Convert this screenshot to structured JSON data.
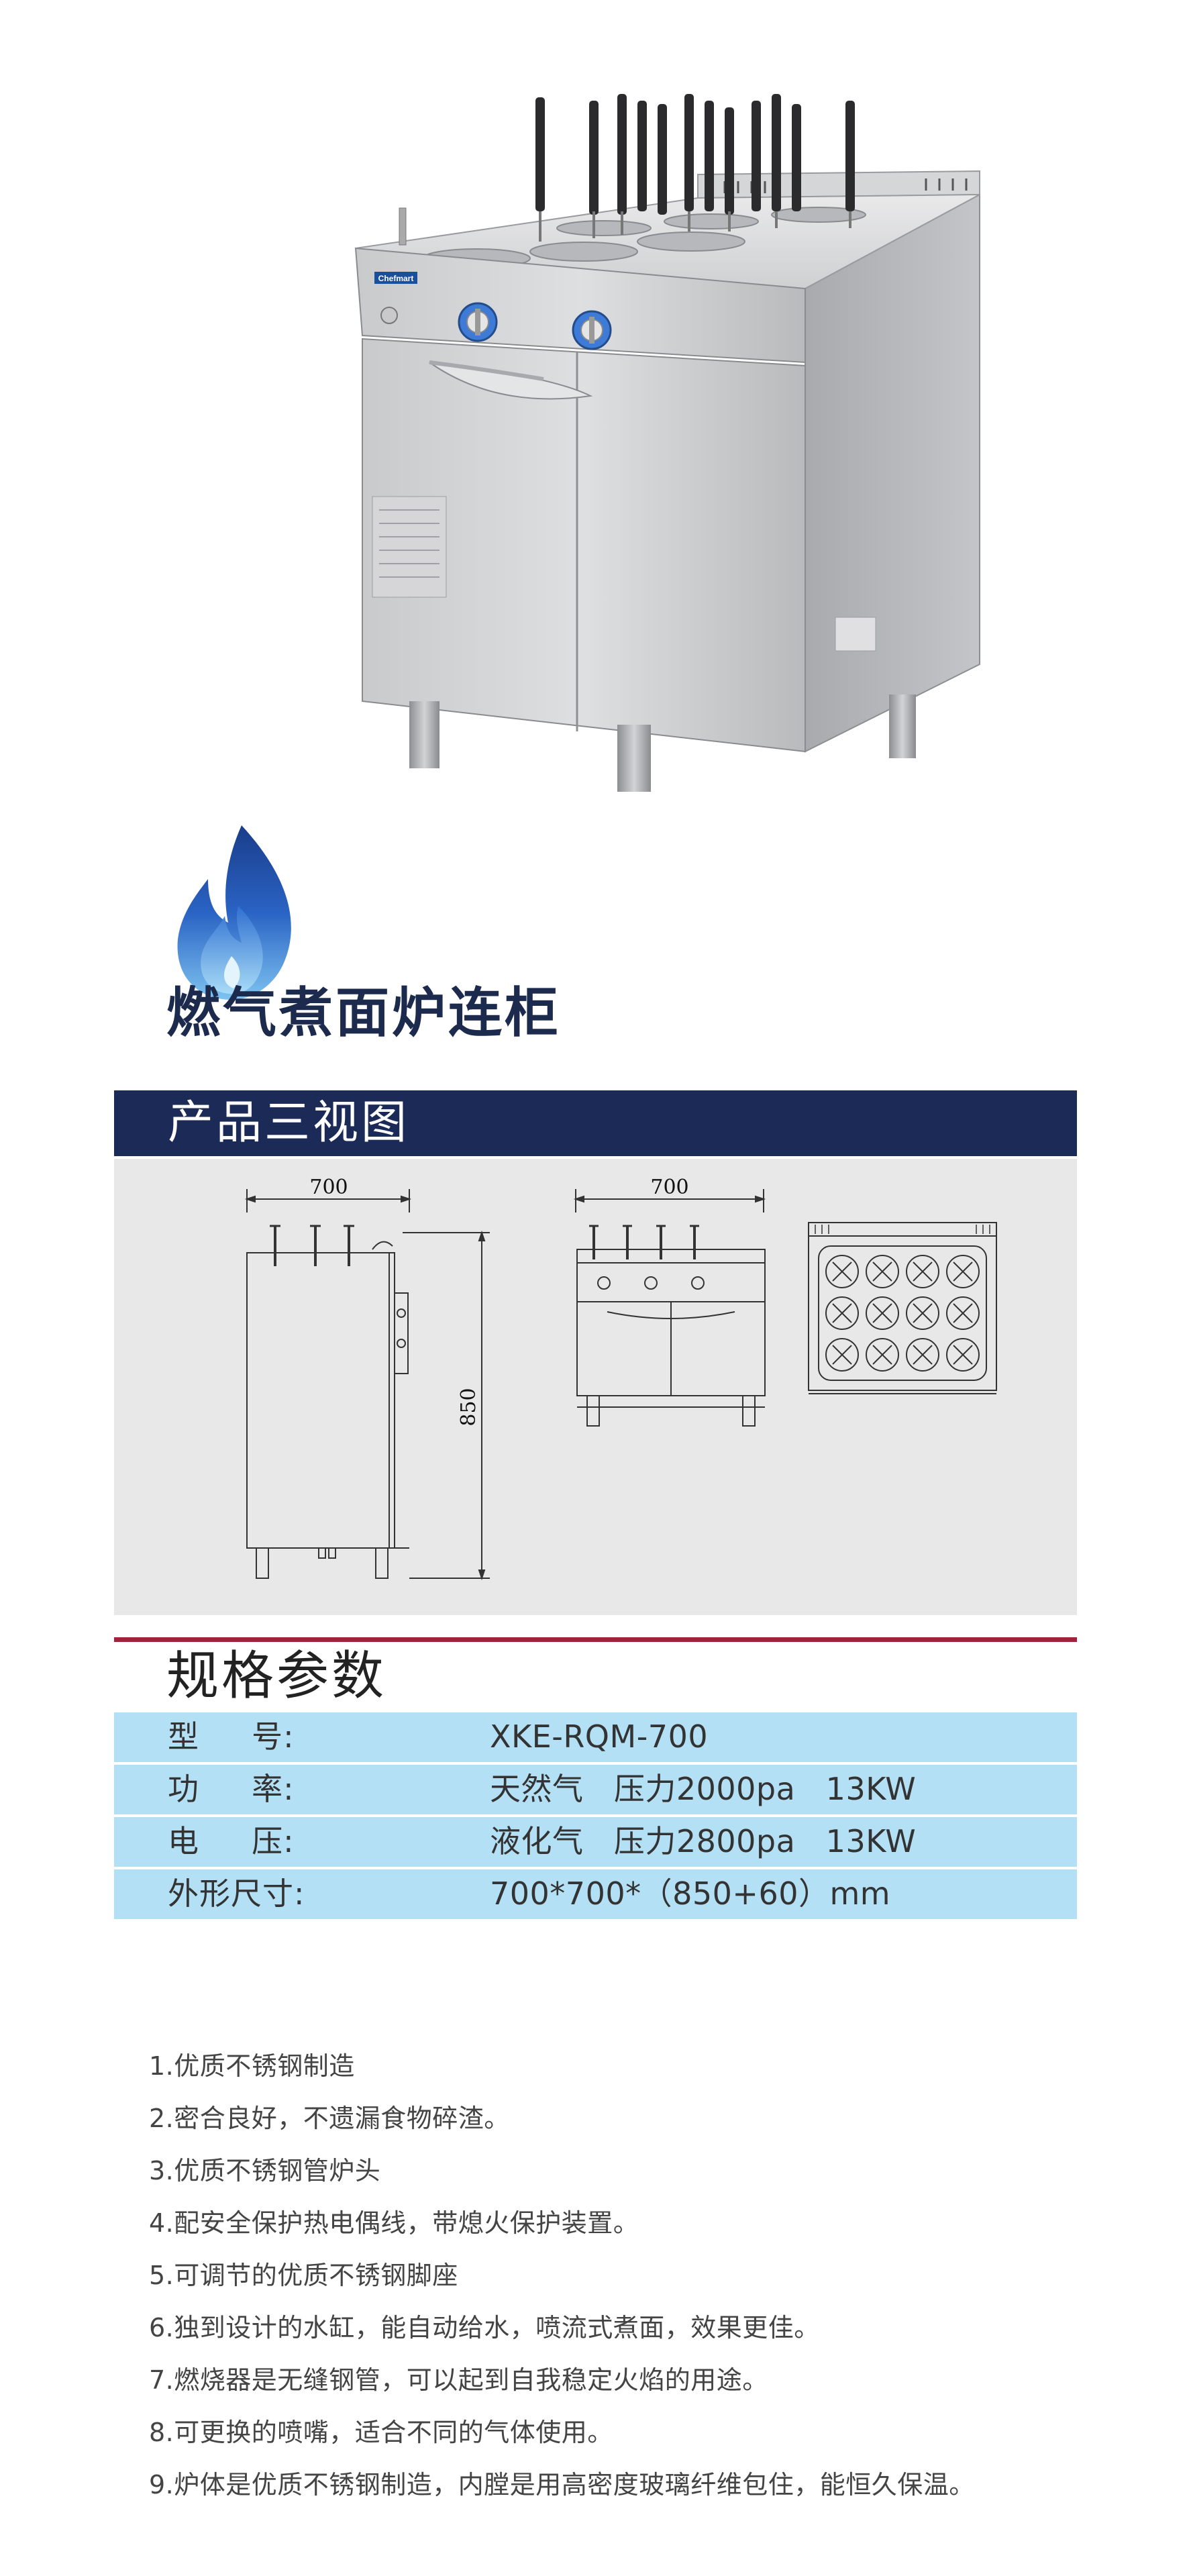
{
  "brand_label": "Chefmart",
  "product_title": "燃气煮面炉连柜",
  "views_section": {
    "title": "产品三视图",
    "side_width": "700",
    "front_width": "700",
    "height": "850"
  },
  "specs": {
    "title": "规格参数",
    "rows": [
      {
        "label": "型     号:",
        "value": "XKE-RQM-700"
      },
      {
        "label": "功     率:",
        "value": "天然气   压力2000pa   13KW"
      },
      {
        "label": "电     压:",
        "value": "液化气   压力2800pa   13KW"
      },
      {
        "label": "外形尺寸:",
        "value": "700*700*（850+60）mm"
      }
    ]
  },
  "features": [
    "1.优质不锈钢制造",
    "2.密合良好，不遗漏食物碎渣。",
    "3.优质不锈钢管炉头",
    "4.配安全保护热电偶线，带熄火保护装置。",
    "5.可调节的优质不锈钢脚座",
    "6.独到设计的水缸，能自动给水，喷流式煮面，效果更佳。",
    "7.燃烧器是无缝钢管，可以起到自我稳定火焰的用途。",
    "8.可更换的喷嘴，适合不同的气体使用。",
    "9.炉体是优质不锈钢制造，内膛是用高密度玻璃纤维包住，能恒久保温。"
  ],
  "colors": {
    "navy": "#1b2a56",
    "crimson": "#a3213a",
    "spec_row": "#b3e0f5",
    "panel": "#e8e8e8"
  }
}
